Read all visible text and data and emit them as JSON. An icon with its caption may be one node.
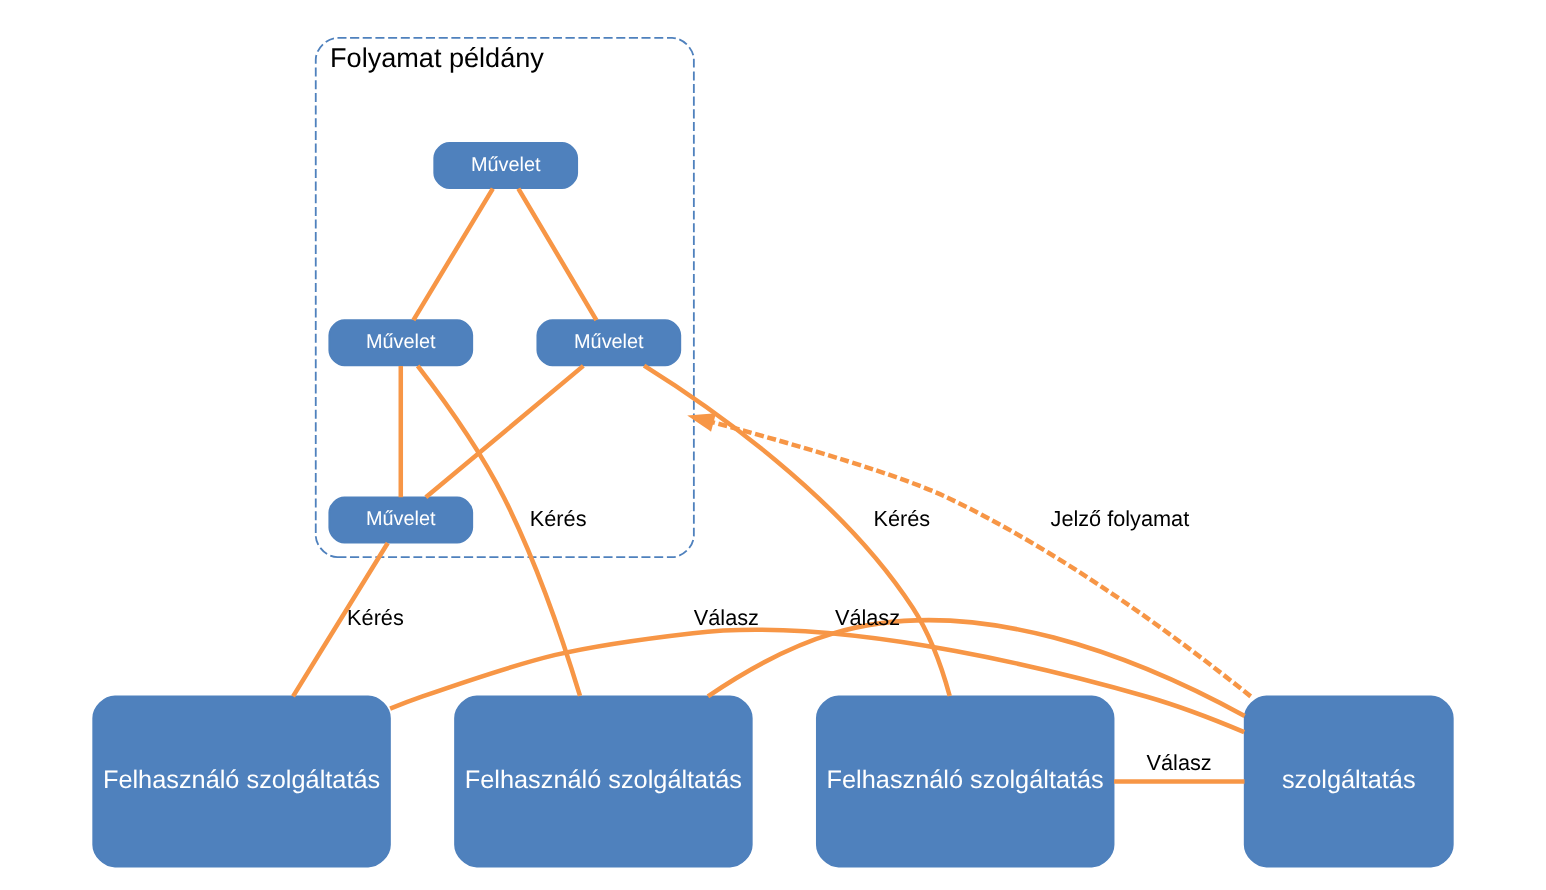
{
  "diagram": {
    "nodes": [
      {
        "text": [
          "Folyamat példány"
        ]
      },
      {
        "text": [
          "Művelet"
        ],
        "in": 0
      },
      {
        "text": [
          "Művelet"
        ],
        "in": 0
      },
      {
        "text": [
          "Művelet"
        ],
        "in": 0
      },
      {
        "text": [
          "Művelet"
        ],
        "in": 0
      },
      {
        "text": [
          "szolgáltatás"
        ]
      },
      {
        "text": [
          "Felhasználó szolgáltatás"
        ]
      },
      {
        "text": [
          "Felhasználó szolgáltatás"
        ]
      },
      {
        "text": [
          "Felhasználó szolgáltatás"
        ]
      }
    ],
    "edges": [
      {
        "from": 5,
        "to": 0,
        "arrow": "to",
        "label": "Jelző folyamat",
        "style": "dashed"
      },
      {
        "from": 1,
        "to": 2,
        "arrow": "none"
      },
      {
        "from": 1,
        "to": 3,
        "arrow": "none"
      },
      {
        "from": 2,
        "to": 4,
        "arrow": "none"
      },
      {
        "from": 3,
        "to": 4,
        "arrow": "none"
      },
      {
        "from": 1,
        "to": 6,
        "arrow": "none",
        "label": "Kérés"
      },
      {
        "from": 3,
        "to": 7,
        "arrow": "none",
        "label": "Kérés"
      },
      {
        "from": 4,
        "to": 8,
        "arrow": "none",
        "label": "Kérés"
      },
      {
        "from": 6,
        "to": 5,
        "arrow": "none",
        "label": "Válasz"
      },
      {
        "from": 7,
        "to": 5,
        "arrow": "none",
        "label": "Válasz"
      },
      {
        "from": 8,
        "to": 5,
        "arrow": "none",
        "label": "Válasz"
      }
    ]
  }
}
